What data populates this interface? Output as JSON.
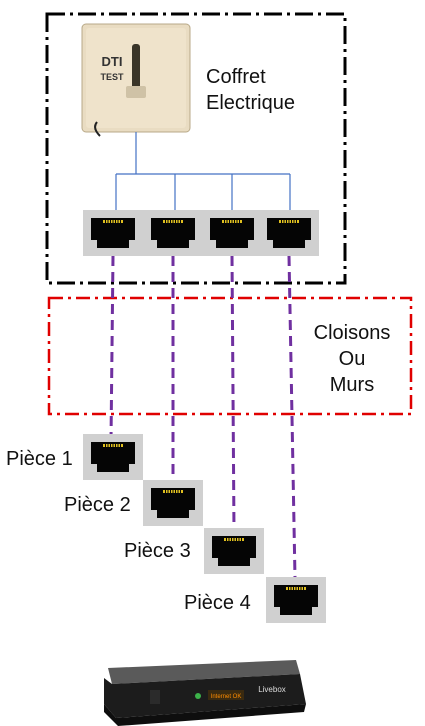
{
  "panel": {
    "title_line1": "Coffret",
    "title_line2": "Electrique",
    "dti_brand": "DTI",
    "dti_test": "TEST"
  },
  "wall": {
    "line1": "Cloisons",
    "line2": "Ou",
    "line3": "Murs"
  },
  "rooms": [
    {
      "label": "Pièce 1"
    },
    {
      "label": "Pièce 2"
    },
    {
      "label": "Pièce 3"
    },
    {
      "label": "Pièce 4"
    }
  ],
  "box": {
    "brand": "Livebox",
    "status": "Internet OK"
  },
  "colors": {
    "panel_border": "#000000",
    "wall_border": "#e00000",
    "cable": "#7030a0",
    "link": "#4472c4",
    "jack_bg": "#d0d0d0",
    "jack_pins": "#e0c020"
  }
}
